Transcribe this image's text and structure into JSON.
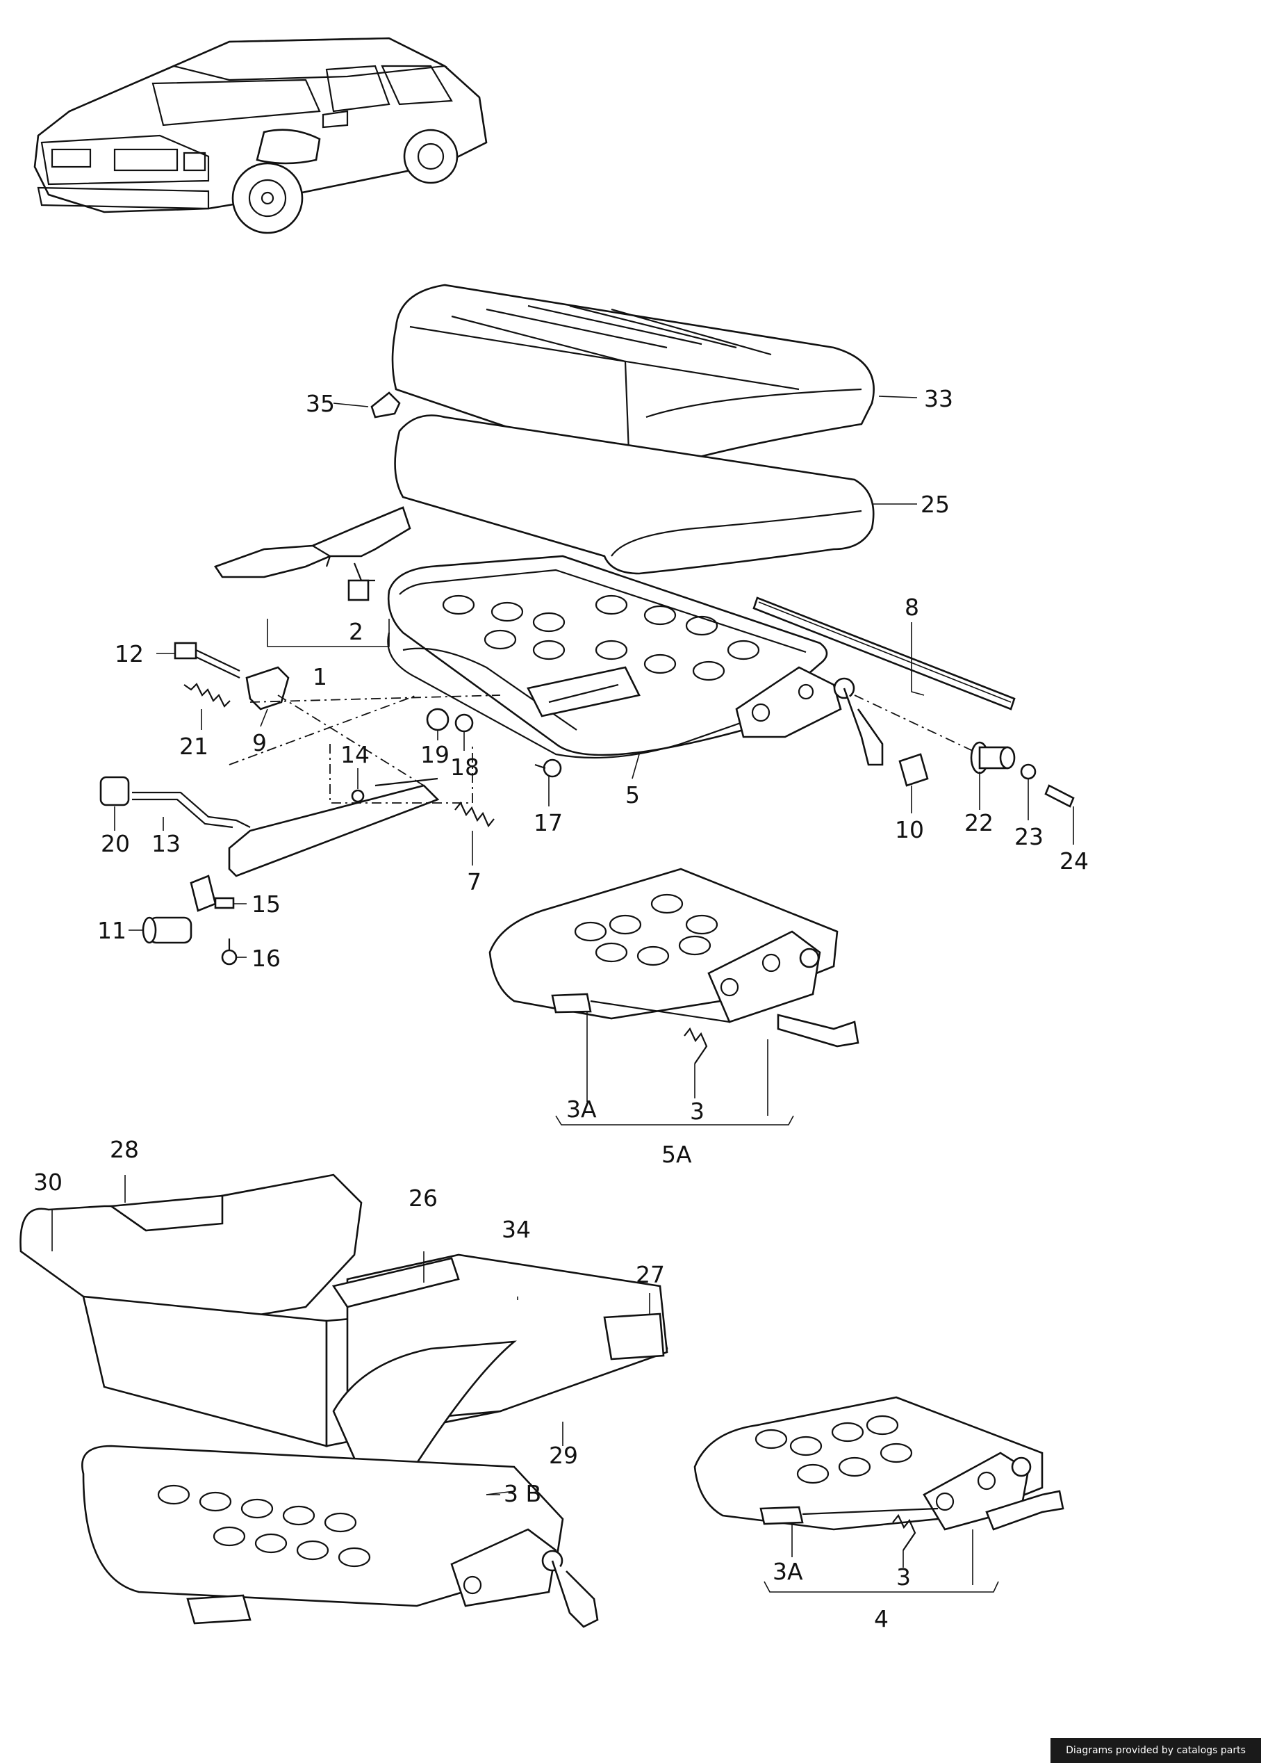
{
  "credit": "Diagrams provided by catalogs parts",
  "callouts": {
    "c1": "1",
    "c2": "2",
    "c3a": "3",
    "c3b": "3",
    "c3A_a": "3A",
    "c3A_b": "3A",
    "c3B": "3 B",
    "c4": "4",
    "c5": "5",
    "c5A": "5A",
    "c7": "7",
    "c8": "8",
    "c9": "9",
    "c10": "10",
    "c11": "11",
    "c12": "12",
    "c13": "13",
    "c14": "14",
    "c15": "15",
    "c16": "16",
    "c17": "17",
    "c18": "18",
    "c19": "19",
    "c20": "20",
    "c21": "21",
    "c22": "22",
    "c23": "23",
    "c24": "24",
    "c25": "25",
    "c26": "26",
    "c27": "27",
    "c28": "28",
    "c29": "29",
    "c30": "30",
    "c33": "33",
    "c34": "34",
    "c35": "35"
  }
}
